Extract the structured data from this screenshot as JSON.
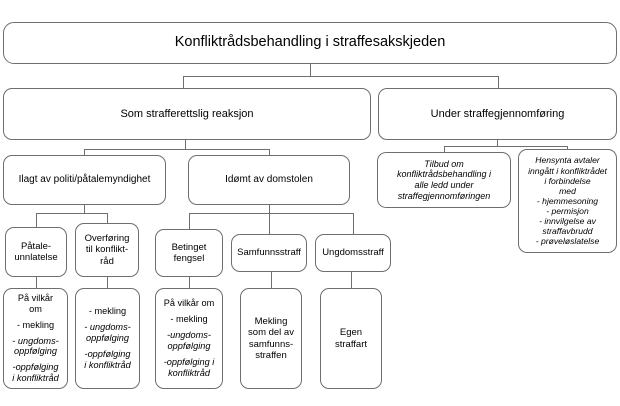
{
  "diagram": {
    "title": "Konfliktrådsbehandling i straffesakskjeden",
    "level1": {
      "left": "Som strafferettslig reaksjon",
      "right": "Under straffegjennomføring"
    },
    "level2": {
      "police": "Ilagt av politi/påtalemyndighet",
      "court": "Idømt av domstolen"
    },
    "right_branch": {
      "offer": {
        "line1": "Tilbud om",
        "line2": "konfliktrådsbehandling  i",
        "line3": "alle ledd under",
        "line4": "straffegjennomføringen"
      },
      "agreements": {
        "line1": "Hensynta avtaler",
        "line2": "inngått i konfliktrådet",
        "line3": "i forbindelse",
        "line4": "med",
        "item1": "- hjemmesoning",
        "item2": "- permisjon",
        "item3": "- innvilgelse av",
        "item4": "straffavbrudd",
        "item5": "- prøveløslatelse"
      }
    },
    "police_branch": {
      "waiver": {
        "line1": "Påtale-",
        "line2": "unnlatelse"
      },
      "transfer": {
        "line1": "Overføring",
        "line2": "til konflikt-",
        "line3": "råd"
      },
      "waiver_conditions": {
        "heading1": "På vilkår",
        "heading2": "om",
        "item1": "- mekling",
        "item2a": "- ungdoms-",
        "item2b": "oppfølging",
        "item3a": "-oppfølging",
        "item3b": "i konfliktråd"
      },
      "transfer_content": {
        "item1": "- mekling",
        "item2a": "- ungdoms-",
        "item2b": "oppfølging",
        "item3a": "-oppfølging",
        "item3b": "i konfliktråd"
      }
    },
    "court_branch": {
      "suspended": {
        "line1": "Betinget",
        "line2": "fengsel"
      },
      "community": "Samfunnsstraff",
      "youth": "Ungdomsstraff",
      "suspended_conditions": {
        "heading": "På vilkår om",
        "item1": "- mekling",
        "item2a": "-ungdoms-",
        "item2b": "oppfølging",
        "item3a": "-oppfølging i",
        "item3b": "konfliktråd"
      },
      "community_content": {
        "line1": "Mekling",
        "line2": "som del av",
        "line3": "samfunns-",
        "line4": "straffen"
      },
      "youth_content": {
        "line1": "Egen",
        "line2": "straffart"
      }
    },
    "colors": {
      "border": "#6e6e6e",
      "background": "#ffffff",
      "text": "#000000"
    }
  }
}
